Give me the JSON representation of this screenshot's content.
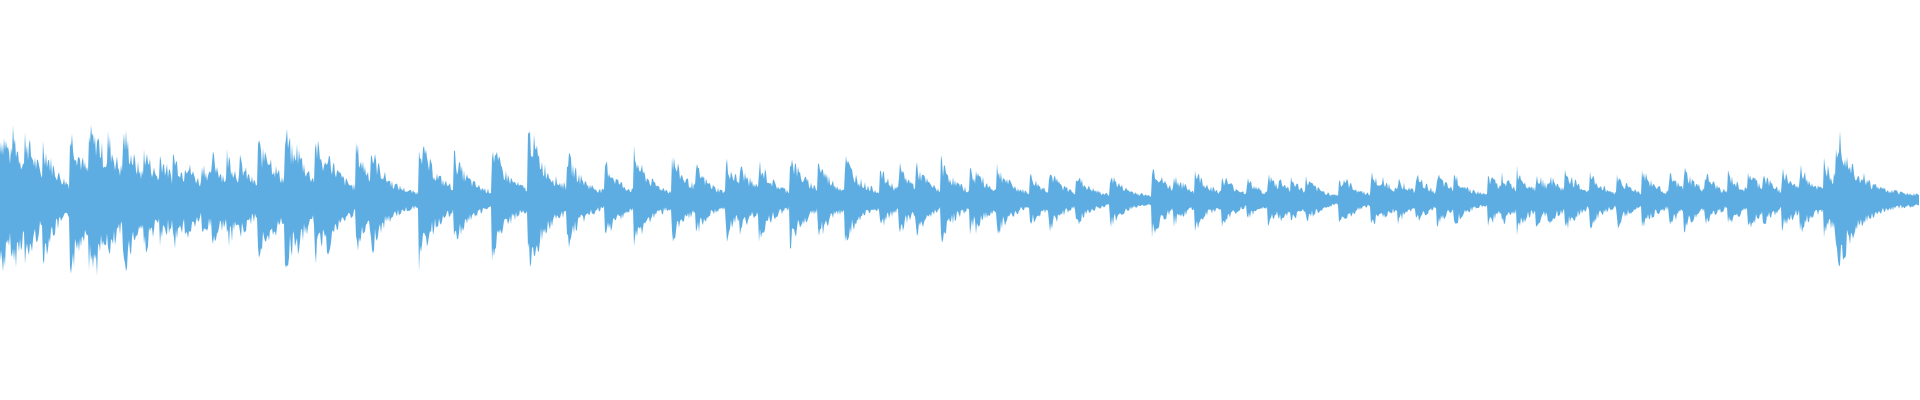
{
  "waveform": {
    "color": "#5dade2",
    "onsets": [
      0.0,
      0.006,
      0.013,
      0.022,
      0.036,
      0.046,
      0.05,
      0.056,
      0.064,
      0.075,
      0.083,
      0.09,
      0.096,
      0.105,
      0.11,
      0.118,
      0.125,
      0.134,
      0.138,
      0.148,
      0.154,
      0.164,
      0.17,
      0.185,
      0.193,
      0.218,
      0.236,
      0.256,
      0.275,
      0.295,
      0.315,
      0.33,
      0.35,
      0.362,
      0.378,
      0.385,
      0.395,
      0.411,
      0.426,
      0.44,
      0.458,
      0.468,
      0.477,
      0.49,
      0.505,
      0.508,
      0.519,
      0.536,
      0.546,
      0.56,
      0.578,
      0.6,
      0.611,
      0.622,
      0.636,
      0.649,
      0.66,
      0.666,
      0.672,
      0.68,
      0.697,
      0.7,
      0.714,
      0.72,
      0.728,
      0.737,
      0.748,
      0.757,
      0.775,
      0.782,
      0.79,
      0.8,
      0.806,
      0.815,
      0.828,
      0.842,
      0.855,
      0.869,
      0.877,
      0.888,
      0.9,
      0.91,
      0.918,
      0.928,
      0.937,
      0.95,
      0.955,
      0.962,
      0.97
    ],
    "peaks": [
      0.95,
      0.85,
      0.8,
      0.7,
      0.9,
      0.95,
      0.8,
      0.75,
      0.85,
      0.6,
      0.55,
      0.55,
      0.5,
      0.45,
      0.55,
      0.55,
      0.45,
      0.7,
      0.65,
      0.85,
      0.65,
      0.7,
      0.6,
      0.65,
      0.6,
      0.75,
      0.55,
      0.65,
      0.9,
      0.55,
      0.45,
      0.55,
      0.5,
      0.4,
      0.45,
      0.4,
      0.45,
      0.55,
      0.45,
      0.5,
      0.35,
      0.4,
      0.4,
      0.45,
      0.35,
      0.35,
      0.4,
      0.3,
      0.35,
      0.3,
      0.3,
      0.4,
      0.3,
      0.35,
      0.3,
      0.25,
      0.3,
      0.25,
      0.25,
      0.25,
      0.25,
      0.25,
      0.3,
      0.25,
      0.25,
      0.3,
      0.3,
      0.3,
      0.3,
      0.3,
      0.35,
      0.3,
      0.3,
      0.35,
      0.3,
      0.3,
      0.35,
      0.3,
      0.35,
      0.3,
      0.3,
      0.35,
      0.3,
      0.35,
      0.4,
      0.45,
      0.4,
      0.35,
      0.3
    ],
    "final_burst": {
      "onset": 0.956,
      "peak": 0.95
    },
    "tail_level": 0.12,
    "seed": 7
  }
}
